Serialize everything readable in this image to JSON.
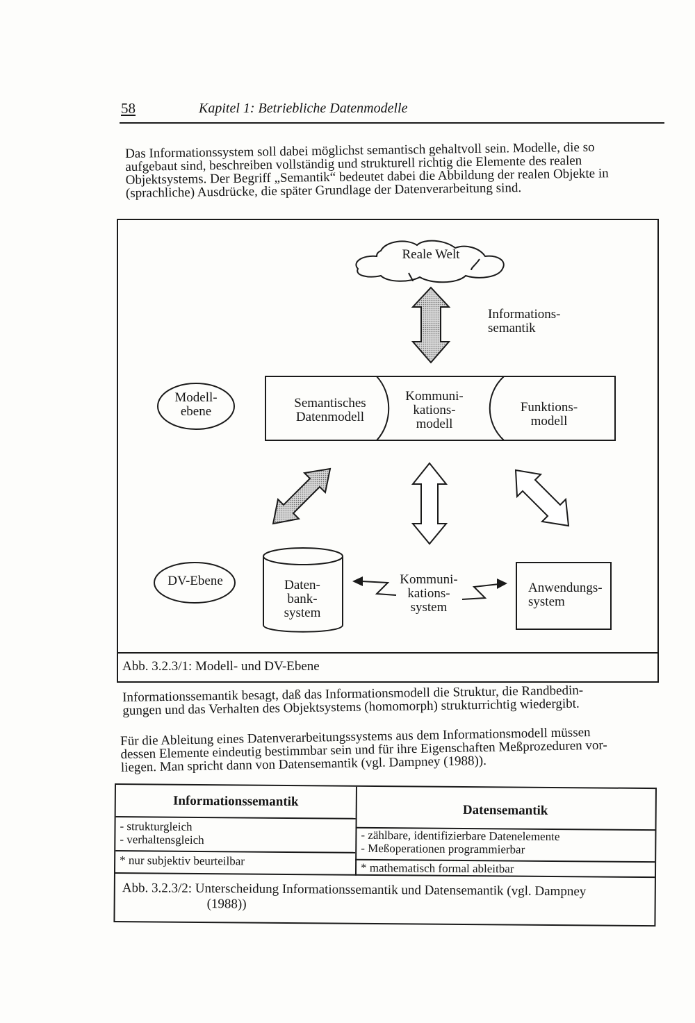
{
  "header": {
    "page_number": "58",
    "running_title": "Kapitel 1: Betriebliche Datenmodelle"
  },
  "paragraphs": {
    "intro": [
      "Das Informationssystem soll dabei möglichst semantisch gehaltvoll sein. Modelle, die so",
      "aufgebaut sind, beschreiben vollständig und strukturell richtig die Elemente des realen",
      "Objektsystems. Der Begriff „Semantik“ bedeutet dabei die Abbildung der realen Objekte in",
      "(sprachliche) Ausdrücke, die später Grundlage der Datenverarbeitung sind."
    ],
    "semantik": [
      "Informationssemantik besagt, daß das Informationsmodell die Struktur, die Randbedin-",
      "gungen und das Verhalten des Objektsystems (homomorph) strukturrichtig wiedergibt."
    ],
    "ableitung": [
      "Für die Ableitung eines Datenverarbeitungssystems aus dem Informationsmodell müssen",
      "dessen Elemente eindeutig bestimmbar sein und für ihre Eigenschaften Meßprozeduren vor-",
      "liegen. Man spricht dann von Datensemantik (vgl. Dampney (1988))."
    ]
  },
  "figure1": {
    "cloud_label": "Reale Welt",
    "info_semantik": [
      "Informations-",
      "semantik"
    ],
    "modell_ebene": [
      "Modell-",
      "ebene"
    ],
    "semantisches_datenmodell": [
      "Semantisches",
      "Datenmodell"
    ],
    "kommunikationsmodell": [
      "Kommuni-",
      "kations-",
      "modell"
    ],
    "funktionsmodell": [
      "Funktions-",
      "modell"
    ],
    "dv_ebene": "DV-Ebene",
    "datenbanksystem": [
      "Daten-",
      "bank-",
      "system"
    ],
    "kommunikationssystem": [
      "Kommuni-",
      "kations-",
      "system"
    ],
    "anwendungssystem": [
      "Anwendungs-",
      "system"
    ],
    "caption": "Abb. 3.2.3/1: Modell- und DV-Ebene"
  },
  "table": {
    "headers": [
      "Informationssemantik",
      "Datensemantik"
    ],
    "left_rows": [
      "- strukturgleich",
      "- verhaltensgleich"
    ],
    "left_note": "* nur subjektiv beurteilbar",
    "right_rows": [
      "- zählbare, identifizierbare Datenelemente",
      "- Meßoperationen programmierbar"
    ],
    "right_note": "* mathematisch formal ableitbar",
    "caption_line1": "Abb. 3.2.3/2: Unterscheidung Informationssemantik und Datensemantik (vgl. Dampney",
    "caption_line2": "(1988))"
  },
  "colors": {
    "ink": "#151515",
    "paper": "#fdfdfb",
    "arrow_fill": "#b9b9b9"
  }
}
